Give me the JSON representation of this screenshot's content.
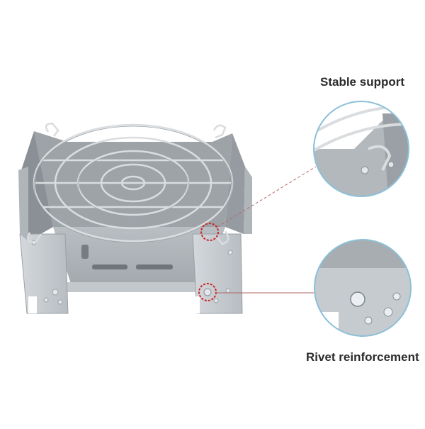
{
  "callouts": {
    "top": {
      "text": "Stable support",
      "detail": "wire grill hook on the folding side wall"
    },
    "bottom": {
      "text": "Rivet reinforcement",
      "detail": "rivet joint on the stove leg"
    }
  },
  "colors": {
    "background": "#ffffff",
    "steel": "#c9ced3",
    "steel_dark": "#8f969c",
    "wire": "#d9dde0",
    "marker": "#cc2222",
    "leader": "#b06a6a",
    "circle_border": "#8cc0d8",
    "label": "#2b2b2b"
  }
}
